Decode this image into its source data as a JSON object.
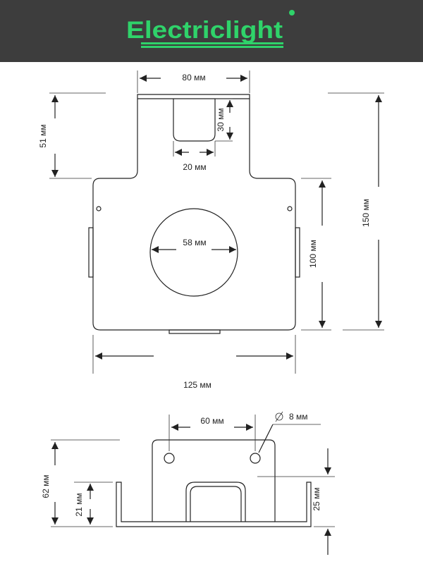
{
  "brand": {
    "name": "Electriclight",
    "colors": {
      "header_bg": "#3d3d3d",
      "logo": "#2fd36a"
    }
  },
  "dimensions": {
    "top_width": "80 мм",
    "slot_height": "30 мм",
    "slot_width": "20 мм",
    "tab_height": "51 мм",
    "total_height": "150 мм",
    "plate_height": "100 мм",
    "hole_diameter": "58 мм",
    "plate_width": "125 мм",
    "hole_spacing": "60 мм",
    "mount_hole": "8 мм",
    "side_height": "62 мм",
    "inner_height": "21 мм",
    "flange_height": "25 мм"
  }
}
